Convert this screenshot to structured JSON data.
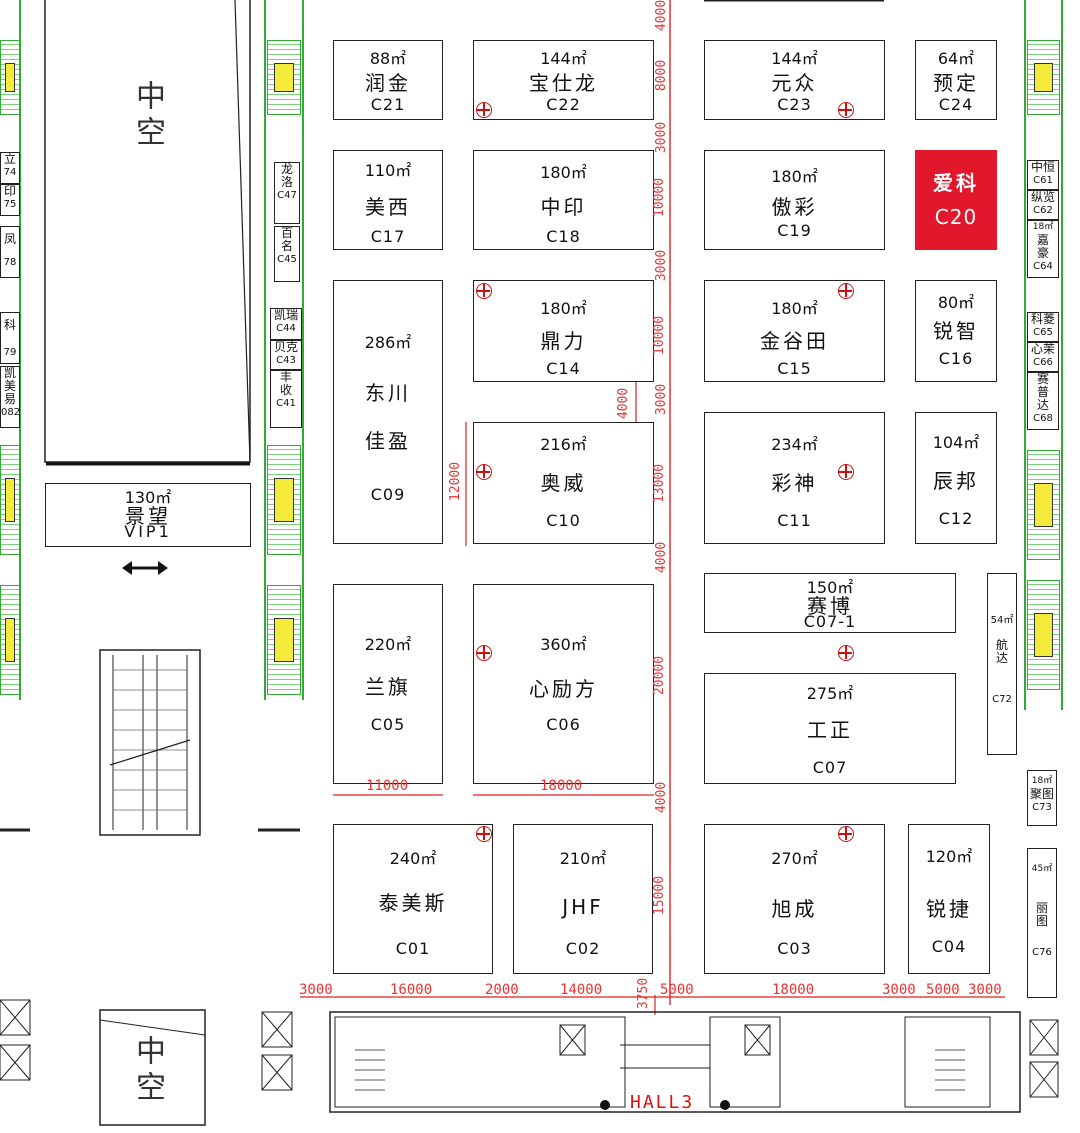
{
  "hall": "HALL3",
  "voids": [
    "中空",
    "中空"
  ],
  "vip": {
    "area": "130㎡",
    "name": "景望",
    "code": "VIP1"
  },
  "booths": [
    {
      "id": "C21",
      "area": "88㎡",
      "name": "润金",
      "code": "C21"
    },
    {
      "id": "C22",
      "area": "144㎡",
      "name": "宝仕龙",
      "code": "C22"
    },
    {
      "id": "C23",
      "area": "144㎡",
      "name": "元众",
      "code": "C23"
    },
    {
      "id": "C24",
      "area": "64㎡",
      "name": "预定",
      "code": "C24"
    },
    {
      "id": "C17",
      "area": "110㎡",
      "name": "美西",
      "code": "C17"
    },
    {
      "id": "C18",
      "area": "180㎡",
      "name": "中印",
      "code": "C18"
    },
    {
      "id": "C19",
      "area": "180㎡",
      "name": "傲彩",
      "code": "C19"
    },
    {
      "id": "C20",
      "area": "",
      "name": "爱科",
      "code": "C20",
      "highlight": true
    },
    {
      "id": "C09",
      "area": "286㎡",
      "name": "东川",
      "name2": "佳盈",
      "code": "C09"
    },
    {
      "id": "C14",
      "area": "180㎡",
      "name": "鼎力",
      "code": "C14"
    },
    {
      "id": "C15",
      "area": "180㎡",
      "name": "金谷田",
      "code": "C15"
    },
    {
      "id": "C16",
      "area": "80㎡",
      "name": "锐智",
      "code": "C16"
    },
    {
      "id": "C10",
      "area": "216㎡",
      "name": "奥威",
      "code": "C10"
    },
    {
      "id": "C11",
      "area": "234㎡",
      "name": "彩神",
      "code": "C11"
    },
    {
      "id": "C12",
      "area": "104㎡",
      "name": "辰邦",
      "code": "C12"
    },
    {
      "id": "C07-1",
      "area": "150㎡",
      "name": "赛博",
      "code": "C07-1"
    },
    {
      "id": "C05",
      "area": "220㎡",
      "name": "兰旗",
      "code": "C05"
    },
    {
      "id": "C06",
      "area": "360㎡",
      "name": "心励方",
      "code": "C06"
    },
    {
      "id": "C07",
      "area": "275㎡",
      "name": "工正",
      "code": "C07"
    },
    {
      "id": "C01",
      "area": "240㎡",
      "name": "泰美斯",
      "code": "C01"
    },
    {
      "id": "C02",
      "area": "210㎡",
      "name": "JHF",
      "code": "C02"
    },
    {
      "id": "C03",
      "area": "270㎡",
      "name": "旭成",
      "code": "C03"
    },
    {
      "id": "C04",
      "area": "120㎡",
      "name": "锐捷",
      "code": "C04"
    }
  ],
  "small_booths": [
    {
      "id": "C47",
      "lines": [
        "龙",
        "洛",
        "C47"
      ]
    },
    {
      "id": "C45",
      "lines": [
        "百",
        "名",
        "C45"
      ]
    },
    {
      "id": "C44",
      "lines": [
        "凯瑞",
        "C44"
      ]
    },
    {
      "id": "C43",
      "lines": [
        "贝克",
        "C43"
      ]
    },
    {
      "id": "C41",
      "lines": [
        "丰",
        "收",
        "C41"
      ]
    },
    {
      "id": "C61",
      "lines": [
        "中恒",
        "C61"
      ]
    },
    {
      "id": "C62",
      "lines": [
        "纵览",
        "C62"
      ]
    },
    {
      "id": "C64",
      "lines": [
        "18㎡",
        "嘉",
        "豪",
        "C64"
      ]
    },
    {
      "id": "C65",
      "lines": [
        "科菱",
        "C65"
      ]
    },
    {
      "id": "C66",
      "lines": [
        "心茉",
        "C66"
      ]
    },
    {
      "id": "C68",
      "lines": [
        "赛",
        "普",
        "达",
        "C68"
      ]
    },
    {
      "id": "C72",
      "lines": [
        "54㎡",
        "航",
        "达",
        "",
        "C72"
      ]
    },
    {
      "id": "C73",
      "lines": [
        "18㎡",
        "聚图",
        "C73"
      ]
    },
    {
      "id": "C76",
      "lines": [
        "45㎡",
        "丽",
        "图",
        "C76"
      ]
    },
    {
      "id": "L74",
      "lines": [
        "立",
        "74"
      ]
    },
    {
      "id": "L75",
      "lines": [
        "印",
        "75"
      ]
    },
    {
      "id": "L78",
      "lines": [
        "凤",
        "78"
      ]
    },
    {
      "id": "L79",
      "lines": [
        "科",
        "79"
      ]
    },
    {
      "id": "L82",
      "lines": [
        "凯",
        "美",
        "易",
        "082"
      ]
    }
  ],
  "dims_h": [
    "11000",
    "18000",
    "3000",
    "16000",
    "2000",
    "14000",
    "5000",
    "18000",
    "3000",
    "5000",
    "3000"
  ],
  "dims_v": [
    "4000",
    "8000",
    "3000",
    "10000",
    "3000",
    "10000",
    "3000",
    "13000",
    "4000",
    "20000",
    "4000",
    "15000",
    "3750",
    "12000",
    "4000"
  ]
}
